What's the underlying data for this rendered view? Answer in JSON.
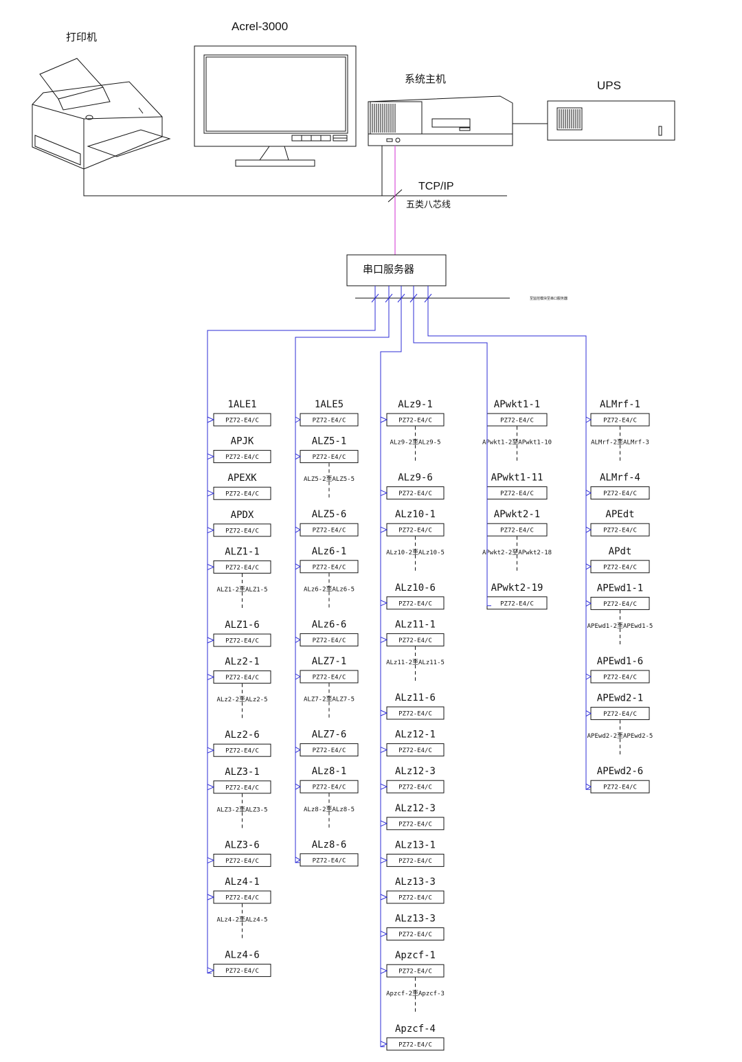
{
  "devices": {
    "printer_label": "打印机",
    "monitor_label": "Acrel-3000",
    "host_label": "系统主机",
    "ups_label": "UPS",
    "serial_server_label": "串口服务器"
  },
  "network": {
    "protocol": "TCP/IP",
    "cable": "五类八芯线",
    "bus_note": "至监控模块至串口服务器"
  },
  "colors": {
    "bus_blue": "#2b2bd6",
    "ethernet_magenta": "#d84fd8",
    "line_black": "#111111"
  },
  "columns": [
    {
      "items": [
        {
          "type": "meter",
          "name": "1ALE1",
          "model": "PZ72-E4/C"
        },
        {
          "type": "meter",
          "name": "APJK",
          "model": "PZ72-E4/C"
        },
        {
          "type": "meter",
          "name": "APEXK",
          "model": "PZ72-E4/C"
        },
        {
          "type": "meter",
          "name": "APDX",
          "model": "PZ72-E4/C"
        },
        {
          "type": "meter",
          "name": "ALZ1-1",
          "model": "PZ72-E4/C"
        },
        {
          "type": "range",
          "text": "ALZ1-2至ALZ1-5"
        },
        {
          "type": "meter",
          "name": "ALZ1-6",
          "model": "PZ72-E4/C"
        },
        {
          "type": "meter",
          "name": "ALz2-1",
          "model": "PZ72-E4/C"
        },
        {
          "type": "range",
          "text": "ALz2-2至ALz2-5"
        },
        {
          "type": "meter",
          "name": "ALz2-6",
          "model": "PZ72-E4/C"
        },
        {
          "type": "meter",
          "name": "ALZ3-1",
          "model": "PZ72-E4/C"
        },
        {
          "type": "range",
          "text": "ALZ3-2至ALZ3-5"
        },
        {
          "type": "meter",
          "name": "ALZ3-6",
          "model": "PZ72-E4/C"
        },
        {
          "type": "meter",
          "name": "ALz4-1",
          "model": "PZ72-E4/C"
        },
        {
          "type": "range",
          "text": "ALz4-2至ALz4-5"
        },
        {
          "type": "meter",
          "name": "ALz4-6",
          "model": "PZ72-E4/C"
        }
      ]
    },
    {
      "items": [
        {
          "type": "meter",
          "name": "1ALE5",
          "model": "PZ72-E4/C"
        },
        {
          "type": "meter",
          "name": "ALZ5-1",
          "model": "PZ72-E4/C"
        },
        {
          "type": "range",
          "text": "ALZ5-2至ALZ5-5"
        },
        {
          "type": "meter",
          "name": "ALZ5-6",
          "model": "PZ72-E4/C"
        },
        {
          "type": "meter",
          "name": "ALz6-1",
          "model": "PZ72-E4/C"
        },
        {
          "type": "range",
          "text": "ALz6-2至ALz6-5"
        },
        {
          "type": "meter",
          "name": "ALz6-6",
          "model": "PZ72-E4/C"
        },
        {
          "type": "meter",
          "name": "ALZ7-1",
          "model": "PZ72-E4/C"
        },
        {
          "type": "range",
          "text": "ALZ7-2至ALZ7-5"
        },
        {
          "type": "meter",
          "name": "ALZ7-6",
          "model": "PZ72-E4/C"
        },
        {
          "type": "meter",
          "name": "ALz8-1",
          "model": "PZ72-E4/C"
        },
        {
          "type": "range",
          "text": "ALz8-2至ALz8-5"
        },
        {
          "type": "meter",
          "name": "ALz8-6",
          "model": "PZ72-E4/C"
        }
      ]
    },
    {
      "items": [
        {
          "type": "meter",
          "name": "ALz9-1",
          "model": "PZ72-E4/C"
        },
        {
          "type": "range",
          "text": "ALz9-2至ALz9-5"
        },
        {
          "type": "meter",
          "name": "ALz9-6",
          "model": "PZ72-E4/C"
        },
        {
          "type": "meter",
          "name": "ALz10-1",
          "model": "PZ72-E4/C"
        },
        {
          "type": "range",
          "text": "ALz10-2至ALz10-5"
        },
        {
          "type": "meter",
          "name": "ALz10-6",
          "model": "PZ72-E4/C"
        },
        {
          "type": "meter",
          "name": "ALz11-1",
          "model": "PZ72-E4/C"
        },
        {
          "type": "range",
          "text": "ALz11-2至ALz11-5"
        },
        {
          "type": "meter",
          "name": "ALz11-6",
          "model": "PZ72-E4/C"
        },
        {
          "type": "meter",
          "name": "ALz12-1",
          "model": "PZ72-E4/C"
        },
        {
          "type": "meter",
          "name": "ALz12-3",
          "model": "PZ72-E4/C"
        },
        {
          "type": "meter",
          "name": "ALz12-3",
          "model": "PZ72-E4/C"
        },
        {
          "type": "meter",
          "name": "ALz13-1",
          "model": "PZ72-E4/C"
        },
        {
          "type": "meter",
          "name": "ALz13-3",
          "model": "PZ72-E4/C"
        },
        {
          "type": "meter",
          "name": "ALz13-3",
          "model": "PZ72-E4/C"
        },
        {
          "type": "meter",
          "name": "Apzcf-1",
          "model": "PZ72-E4/C"
        },
        {
          "type": "range",
          "text": "Apzcf-2至Apzcf-3"
        },
        {
          "type": "meter",
          "name": "Apzcf-4",
          "model": "PZ72-E4/C"
        }
      ]
    },
    {
      "items": [
        {
          "type": "meter",
          "name": "APwkt1-1",
          "model": "PZ72-E4/C"
        },
        {
          "type": "range",
          "text": "APwkt1-2至APwkt1-10"
        },
        {
          "type": "meter",
          "name": "APwkt1-11",
          "model": "PZ72-E4/C"
        },
        {
          "type": "meter",
          "name": "APwkt2-1",
          "model": "PZ72-E4/C"
        },
        {
          "type": "range",
          "text": "APwkt2-2至APwkt2-18"
        },
        {
          "type": "meter",
          "name": "APwkt2-19",
          "model": "PZ72-E4/C"
        }
      ]
    },
    {
      "items": [
        {
          "type": "meter",
          "name": "ALMrf-1",
          "model": "PZ72-E4/C"
        },
        {
          "type": "range",
          "text": "ALMrf-2至ALMrf-3"
        },
        {
          "type": "meter",
          "name": "ALMrf-4",
          "model": "PZ72-E4/C"
        },
        {
          "type": "meter",
          "name": "APEdt",
          "model": "PZ72-E4/C"
        },
        {
          "type": "meter",
          "name": "APdt",
          "model": "PZ72-E4/C"
        },
        {
          "type": "meter",
          "name": "APEwd1-1",
          "model": "PZ72-E4/C"
        },
        {
          "type": "range",
          "text": "APEwd1-2至APEwd1-5"
        },
        {
          "type": "meter",
          "name": "APEwd1-6",
          "model": "PZ72-E4/C"
        },
        {
          "type": "meter",
          "name": "APEwd2-1",
          "model": "PZ72-E4/C"
        },
        {
          "type": "range",
          "text": "APEwd2-2至APEwd2-5"
        },
        {
          "type": "meter",
          "name": "APEwd2-6",
          "model": "PZ72-E4/C"
        }
      ]
    }
  ]
}
